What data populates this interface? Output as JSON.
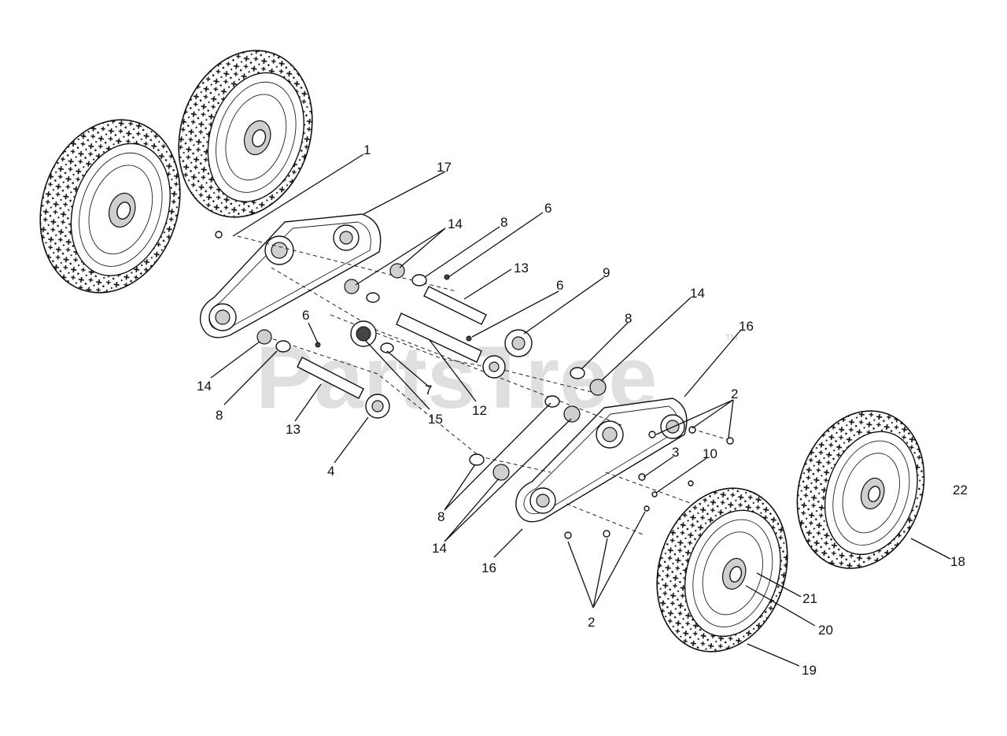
{
  "watermark": {
    "text": "PartsTree",
    "trademark": "TM"
  },
  "callouts": {
    "c1": "1",
    "c17": "17",
    "c14a": "14",
    "c8a": "8",
    "c6a": "6",
    "c13a": "13",
    "c6b": "6",
    "c9": "9",
    "c14b": "14",
    "c8b": "8",
    "c16a": "16",
    "c6c": "6",
    "c14c": "14",
    "c8c": "8",
    "c13b": "13",
    "c15": "15",
    "c7": "7",
    "c12": "12",
    "c2a": "2",
    "c4": "4",
    "c3": "3",
    "c10": "10",
    "c22": "22",
    "c8d": "8",
    "c14d": "14",
    "c16b": "16",
    "c18": "18",
    "c21": "21",
    "c2b": "2",
    "c20": "20",
    "c19": "19"
  }
}
